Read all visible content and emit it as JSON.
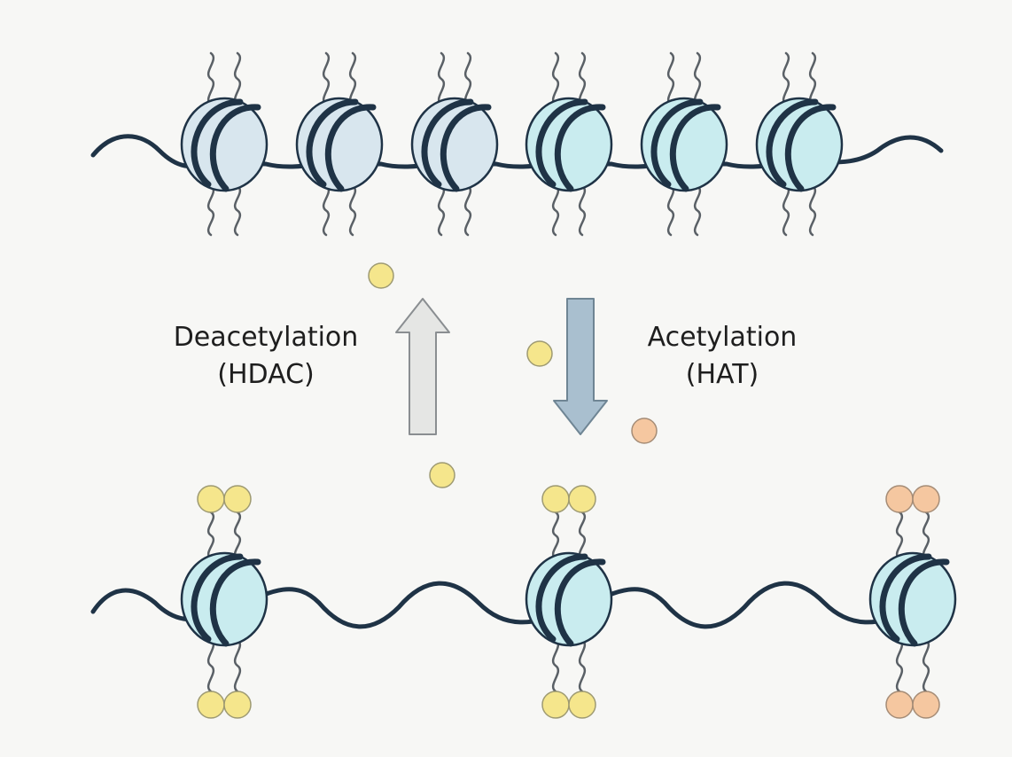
{
  "labels": {
    "deacetylation": {
      "title": "Deacetylation",
      "enzyme": "(HDAC)"
    },
    "acetylation": {
      "title": "Acetylation",
      "enzyme": "(HAT)"
    }
  },
  "colors": {
    "background": "#f7f7f5",
    "dna": "#1f3346",
    "tail": "#5a6066",
    "nucleosome_condensed": "#d8e6ee",
    "nucleosome_open": "#c9ecef",
    "acetyl_yellow": "#f5e68c",
    "acetyl_orange": "#f5c7a0",
    "arrow_up": "#e5e6e4",
    "arrow_down": "#a9bfcf"
  }
}
